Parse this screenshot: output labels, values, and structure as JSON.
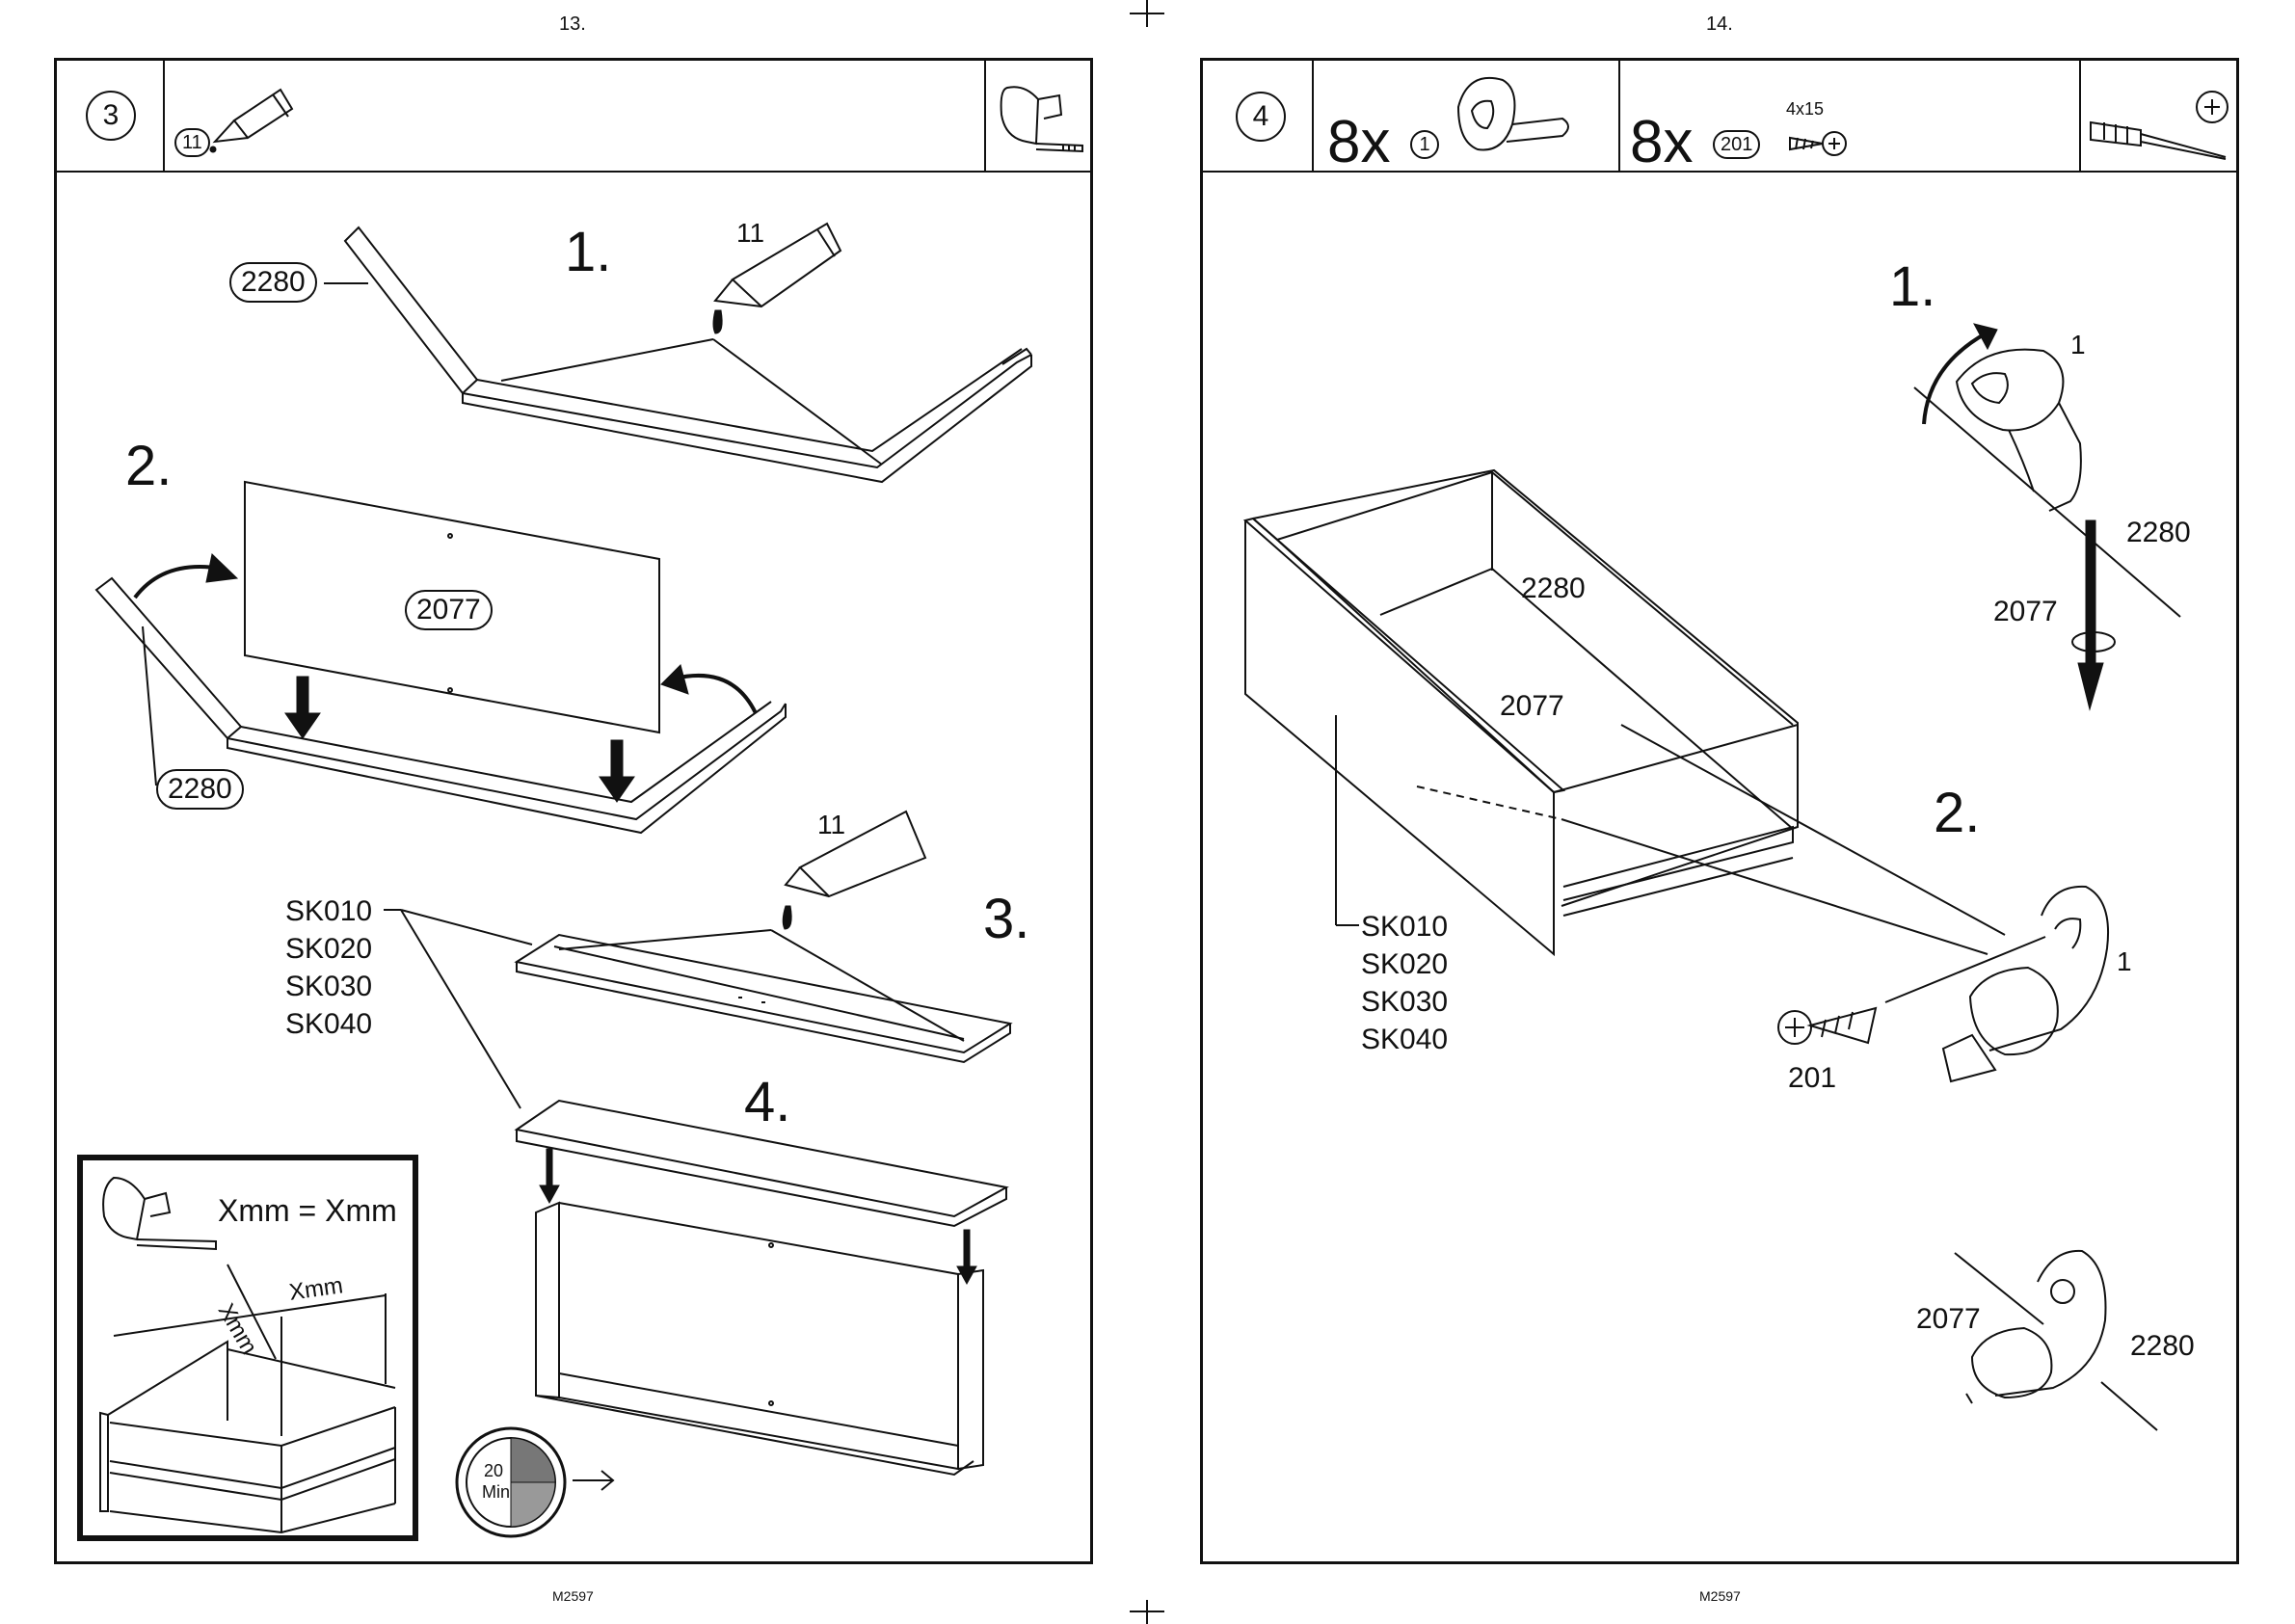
{
  "left_page": {
    "page_number": "13.",
    "footer": "M2597",
    "step_number": "3",
    "header_part": "11",
    "sub_steps": [
      "1.",
      "2.",
      "3.",
      "4."
    ],
    "glue_labels": [
      "11",
      "11"
    ],
    "part_labels": {
      "side_top": "2280",
      "panel": "2077",
      "side_bottom": "2280"
    },
    "sku_list": [
      "SK010",
      "SK020",
      "SK030",
      "SK040"
    ],
    "inset": {
      "equation": "Xmm = Xmm",
      "measure_a": "Xmm",
      "measure_b": "Xmm"
    },
    "timer": {
      "value": "20",
      "unit": "Min"
    }
  },
  "right_page": {
    "page_number": "14.",
    "footer": "M2597",
    "step_number": "4",
    "part_a": {
      "qty": "8x",
      "id": "1"
    },
    "part_b": {
      "qty": "8x",
      "id": "201",
      "size": "4x15"
    },
    "sub_steps": [
      "1.",
      "2."
    ],
    "labels": {
      "bracket1_top": "1",
      "side_a": "2280",
      "panel_a": "2077",
      "drawer_side": "2280",
      "drawer_panel": "2077",
      "bracket2": "1",
      "screw": "201",
      "final_panel": "2077",
      "final_side": "2280"
    },
    "sku_list": [
      "SK010",
      "SK020",
      "SK030",
      "SK040"
    ]
  },
  "icons": [
    "glue-tube-icon",
    "measuring-tape-icon",
    "bracket-icon",
    "screw-icon",
    "screwdriver-icon",
    "phillips-icon",
    "timer-icon"
  ]
}
